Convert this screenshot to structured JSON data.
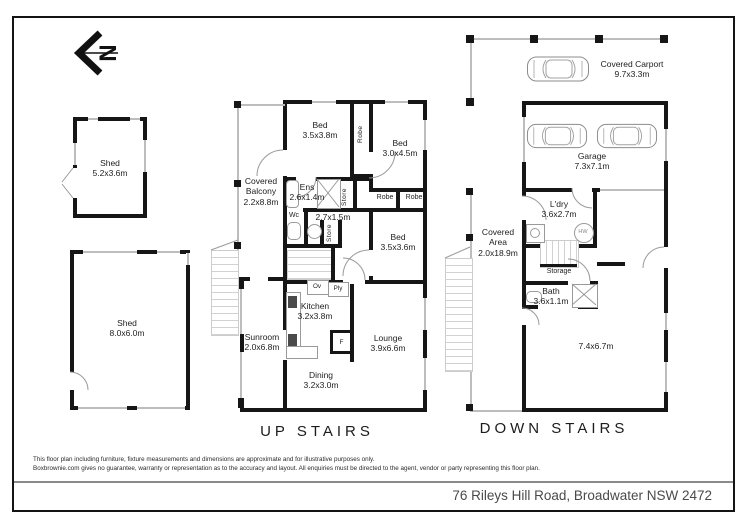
{
  "compass": {
    "letter": "N"
  },
  "titles": {
    "upstairs": "UP STAIRS",
    "downstairs": "DOWN STAIRS"
  },
  "sheds": {
    "shed1": {
      "name": "Shed",
      "dims": "5.2x3.6m"
    },
    "shed2": {
      "name": "Shed",
      "dims": "8.0x6.0m"
    }
  },
  "upstairs": {
    "balcony": {
      "l1": "Covered",
      "l2": "Balcony",
      "dims": "2.2x8.8m"
    },
    "bed1": {
      "name": "Bed",
      "dims": "3.5x3.8m"
    },
    "bed2": {
      "name": "Bed",
      "dims": "3.0x4.5m"
    },
    "bed3": {
      "name": "Bed",
      "dims": "3.5x3.6m"
    },
    "ens": {
      "name": "Ens",
      "dims": "2.6x1.4m"
    },
    "hall_dims": "2.7x1.5m",
    "wc": "Wc",
    "robe_tall": "Robe",
    "robe_left": "Robe",
    "robe_right": "Robe",
    "store_top": "Store",
    "store_mid": "Store",
    "kitchen": {
      "name": "Kitchen",
      "dims": "3.2x3.8m"
    },
    "oven": "Ov",
    "pantry": "Ply",
    "fridge": "F",
    "sunroom": {
      "name": "Sunroom",
      "dims": "2.0x6.8m"
    },
    "lounge": {
      "name": "Lounge",
      "dims": "3.9x6.6m"
    },
    "dining": {
      "name": "Dining",
      "dims": "3.2x3.0m"
    }
  },
  "downstairs": {
    "carport": {
      "name": "Covered Carport",
      "dims": "9.7x3.3m"
    },
    "garage": {
      "name": "Garage",
      "dims": "7.3x7.1m"
    },
    "laundry": {
      "name": "L'dry",
      "dims": "3.6x2.7m"
    },
    "covered_area": {
      "l1": "Covered",
      "l2": "Area",
      "dims": "2.0x18.9m"
    },
    "storage": "Storage",
    "bath": {
      "name": "Bath",
      "dims": "3.6x1.1m"
    },
    "room": {
      "dims": "7.4x6.7m"
    },
    "hot_water": "HW"
  },
  "footer": {
    "disclaimer1": "This floor plan including furniture, fixture measurements and dimensions are approximate and for illustrative purposes only.",
    "disclaimer2": "Boxbrownie.com gives no guarantee, warranty or representation as to the accuracy and layout. All enquiries must be directed to the agent, vendor or party representing this floor plan.",
    "address": "76 Rileys Hill Road, Broadwater NSW 2472"
  },
  "colors": {
    "wall": "#161616",
    "window_line": "#bdbdbd",
    "text": "#1d1d1d",
    "address_text": "#4a4a4a"
  }
}
